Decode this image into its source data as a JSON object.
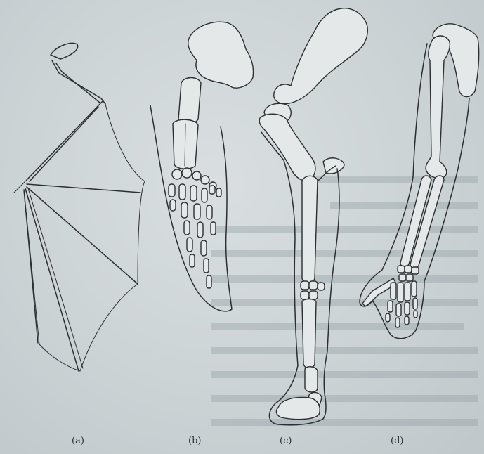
{
  "figure": {
    "panels": [
      {
        "id": "a",
        "label": "(a)"
      },
      {
        "id": "b",
        "label": "(b)"
      },
      {
        "id": "c",
        "label": "(c)"
      },
      {
        "id": "d",
        "label": "(d)"
      }
    ]
  },
  "colors": {
    "background": "#cbd2d4",
    "ink": "#2c2e32",
    "bone_fill": "#e4e8e8"
  }
}
